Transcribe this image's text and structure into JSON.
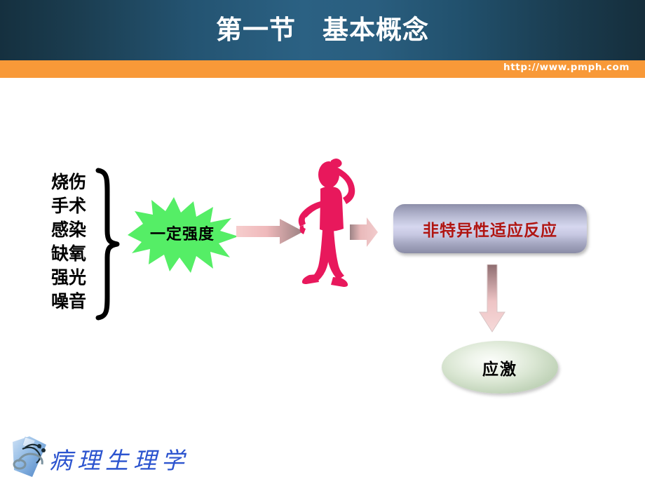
{
  "header": {
    "title": "第一节　基本概念",
    "url": "http://www.pmph.com",
    "gradient_left": "#15303f",
    "gradient_center": "#2b6183",
    "accent_bar": "#f89938"
  },
  "diagram": {
    "stressors": [
      {
        "label": "烧伤"
      },
      {
        "label": "手术"
      },
      {
        "label": "感染"
      },
      {
        "label": "缺氧"
      },
      {
        "label": "强光"
      },
      {
        "label": "噪音"
      }
    ],
    "brace_name": "right-curly-brace",
    "burst": {
      "label": "一定强度",
      "color": "#55ee66",
      "shape": "explosion-star"
    },
    "person": {
      "name": "stressed-person-figure",
      "color": "#e8185c"
    },
    "arrows": {
      "horizontal_1": "arrow-right-pink",
      "horizontal_2": "arrow-right-pink-small",
      "vertical": "arrow-down-mauve",
      "color_start": "#f3c3c4",
      "color_end": "#9c8083"
    },
    "reaction_box": {
      "label": "非特异性适应反应",
      "text_color": "#b01511",
      "fill_top": "#8c8ea8",
      "fill_mid": "#d6d7ef"
    },
    "result_ellipse": {
      "label": "应激",
      "text_color": "#000000",
      "fill_light": "#eef4ea",
      "fill_dark": "#aac3a2"
    }
  },
  "footer": {
    "brand": "病理生理学",
    "brand_color": "#2c54cf",
    "icon_name": "book-stethoscope-icon"
  }
}
